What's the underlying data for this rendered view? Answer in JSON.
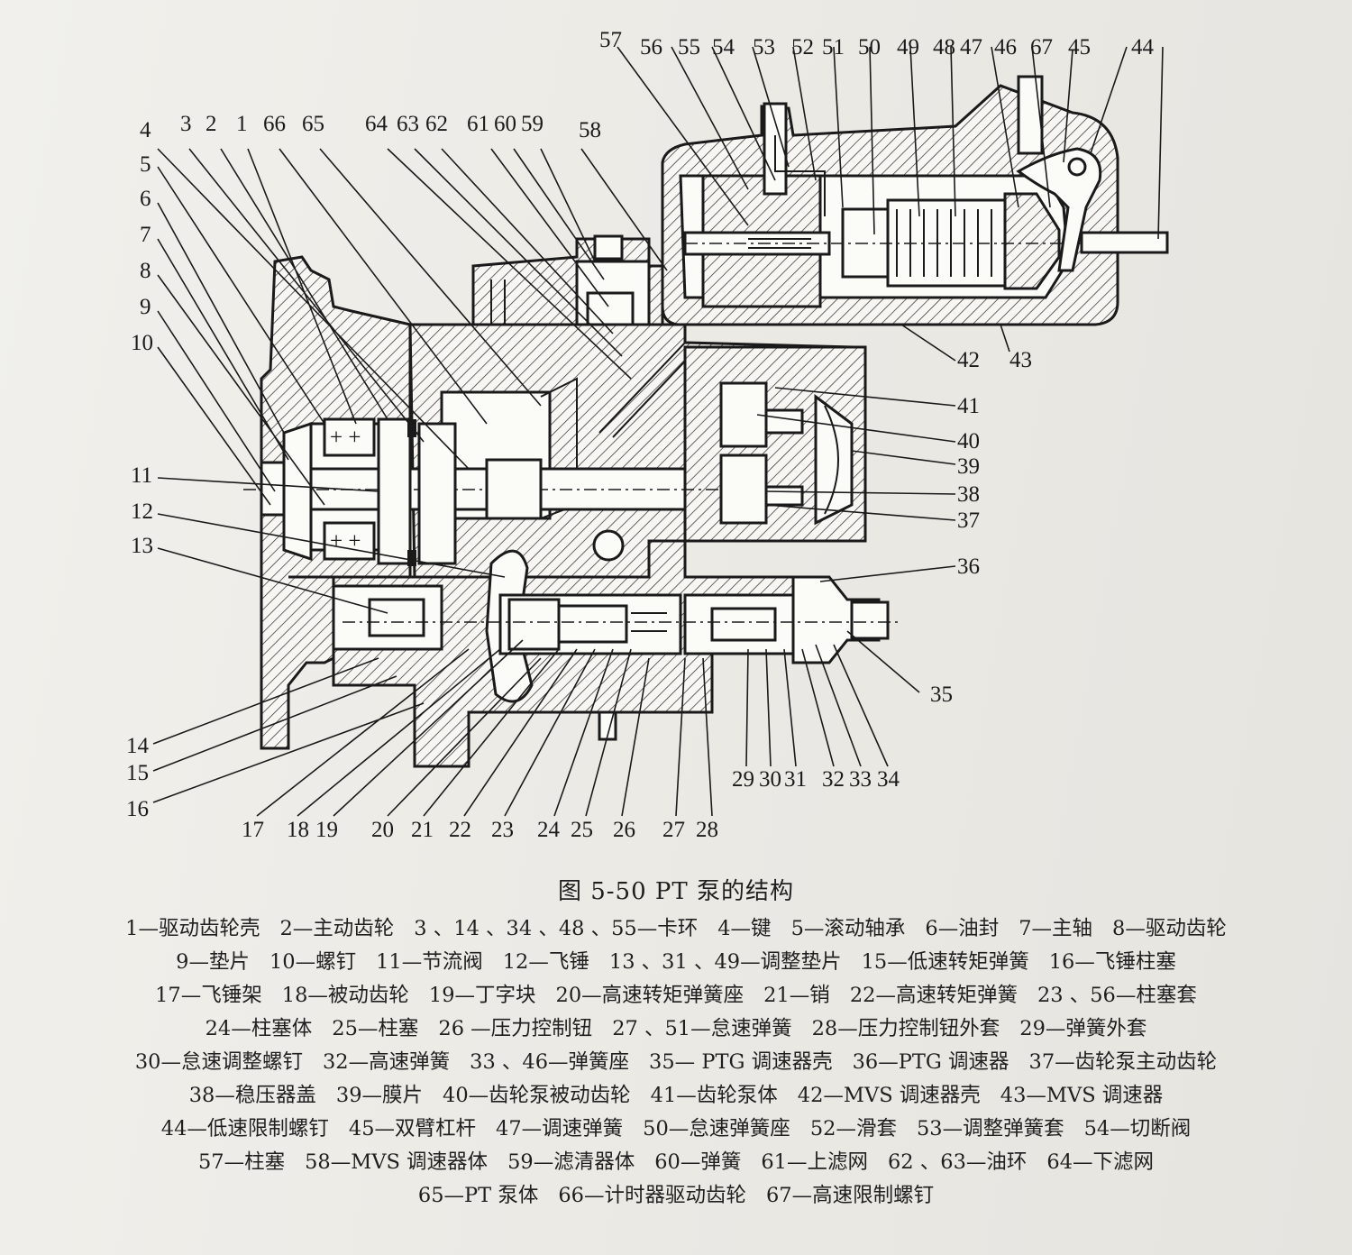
{
  "figure": {
    "caption": "图 5-50    PT 泵的结构",
    "callouts": [
      "57",
      "56",
      "55",
      "54",
      "53",
      "52",
      "51",
      "50",
      "49",
      "48",
      "47",
      "46",
      "67",
      "45",
      "44",
      "4",
      "3",
      "2",
      "1",
      "66",
      "65",
      "64",
      "63",
      "62",
      "61",
      "60",
      "59",
      "58",
      "5",
      "6",
      "7",
      "8",
      "9",
      "10",
      "11",
      "12",
      "13",
      "41",
      "40",
      "39",
      "38",
      "37",
      "36",
      "42",
      "43",
      "35",
      "14",
      "15",
      "16",
      "17",
      "18",
      "19",
      "20",
      "21",
      "22",
      "23",
      "24",
      "25",
      "26",
      "27",
      "28",
      "29",
      "30",
      "31",
      "32",
      "33",
      "34"
    ]
  },
  "legend": [
    [
      "1—驱动齿轮壳",
      "2—主动齿轮",
      "3 、14 、34 、48 、55—卡环",
      "4—键",
      "5—滚动轴承",
      "6—油封",
      "7—主轴",
      "8—驱动齿轮"
    ],
    [
      "9—垫片",
      "10—螺钉",
      "11—节流阀",
      "12—飞锤",
      "13 、31 、49—调整垫片",
      "15—低速转矩弹簧",
      "16—飞锤柱塞"
    ],
    [
      "17—飞锤架",
      "18—被动齿轮",
      "19—丁字块",
      "20—高速转矩弹簧座",
      "21—销",
      "22—高速转矩弹簧",
      "23 、56—柱塞套"
    ],
    [
      "24—柱塞体",
      "25—柱塞",
      "26 —压力控制钮",
      "27 、51—怠速弹簧",
      "28—压力控制钮外套",
      "29—弹簧外套"
    ],
    [
      "30—怠速调整螺钉",
      "32—高速弹簧",
      "33 、46—弹簧座",
      "35— PTG 调速器壳",
      "36—PTG 调速器",
      "37—齿轮泵主动齿轮"
    ],
    [
      "38—稳压器盖",
      "39—膜片",
      "40—齿轮泵被动齿轮",
      "41—齿轮泵体",
      "42—MVS 调速器壳",
      "43—MVS 调速器"
    ],
    [
      "44—低速限制螺钉",
      "45—双臂杠杆",
      "47—调速弹簧",
      "50—怠速弹簧座",
      "52—滑套",
      "53—调整弹簧套",
      "54—切断阀"
    ],
    [
      "57—柱塞",
      "58—MVS 调速器体",
      "59—滤清器体",
      "60—弹簧",
      "61—上滤网",
      "62 、63—油环",
      "64—下滤网"
    ],
    [
      "65—PT 泵体",
      "66—计时器驱动齿轮",
      "67—高速限制螺钉"
    ]
  ]
}
